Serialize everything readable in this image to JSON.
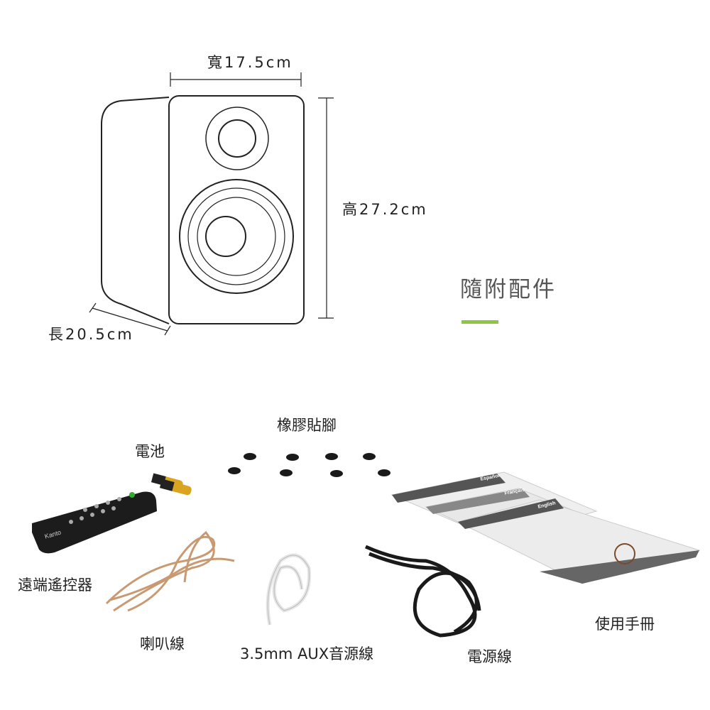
{
  "dimensions": {
    "width_label": "寬17.5cm",
    "height_label": "高27.2cm",
    "depth_label": "長20.5cm"
  },
  "section": {
    "title": "隨附配件",
    "accent_color": "#8dc63f"
  },
  "accessories": {
    "feet": "橡膠貼腳",
    "battery": "電池",
    "remote": "遠端遙控器",
    "speaker_wire": "喇叭線",
    "aux_cable": "3.5mm AUX音源線",
    "power_cable": "電源線",
    "manual": "使用手冊"
  },
  "manual_booklets": [
    "Español",
    "Français",
    "English"
  ],
  "brand_text": "Kanto"
}
